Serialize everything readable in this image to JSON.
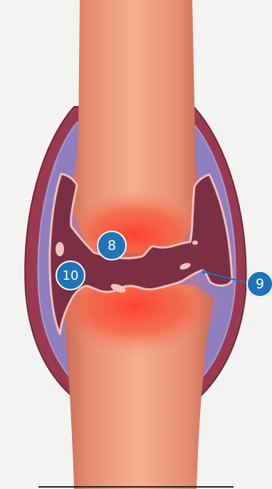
{
  "diagram": {
    "markers": [
      {
        "id": "8",
        "label": "8"
      },
      {
        "id": "10",
        "label": "10"
      },
      {
        "id": "9",
        "label": "9"
      }
    ]
  },
  "colors": {
    "capsule": "#7f2f43",
    "synovial_membrane": "#8f7fbf",
    "cavity": "#7a2f45",
    "bone": "#e49172",
    "inflammation": "#f44a35",
    "marker": "#1f73b6"
  }
}
